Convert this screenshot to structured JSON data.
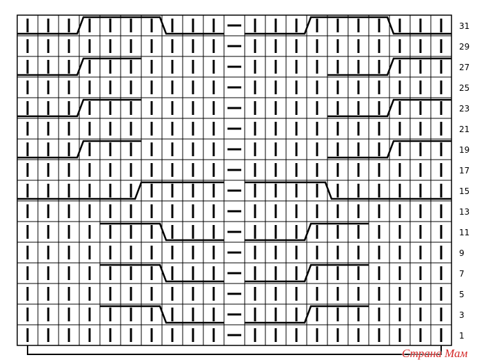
{
  "chart": {
    "columns": 21,
    "rows": 16,
    "purl_column": 11,
    "row_numbers": [
      "31",
      "29",
      "27",
      "25",
      "23",
      "21",
      "19",
      "17",
      "15",
      "13",
      "11",
      "9",
      "7",
      "5",
      "3",
      "1"
    ],
    "symbols": {
      "knit": "knit-stitch",
      "purl": "purl-stitch"
    },
    "cable_rows": [
      31,
      27,
      23,
      19,
      15,
      11,
      7,
      3
    ]
  },
  "watermark": "Страна Мам"
}
